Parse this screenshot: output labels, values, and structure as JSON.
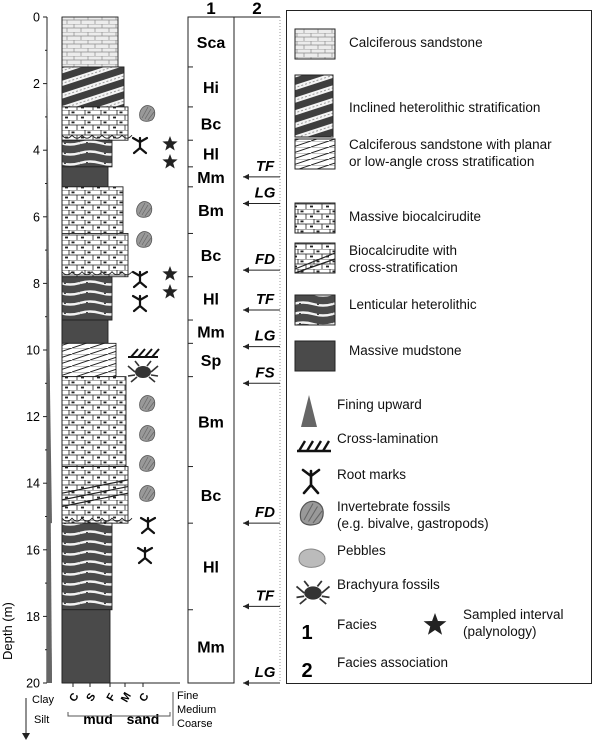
{
  "axis": {
    "ylabel": "Depth (m)",
    "ticks": [
      "0",
      "2",
      "4",
      "6",
      "8",
      "10",
      "12",
      "14",
      "16",
      "18",
      "20"
    ]
  },
  "column_headers": {
    "facies_col": "1",
    "association_col": "2"
  },
  "facies": [
    {
      "code": "Sca",
      "top": 0,
      "bottom": 1.5
    },
    {
      "code": "Hi",
      "top": 1.5,
      "bottom": 2.7
    },
    {
      "code": "Bc",
      "top": 2.7,
      "bottom": 3.7
    },
    {
      "code": "Hl",
      "top": 3.7,
      "bottom": 4.5
    },
    {
      "code": "Mm",
      "top": 4.5,
      "bottom": 5.1
    },
    {
      "code": "Bm",
      "top": 5.1,
      "bottom": 6.5
    },
    {
      "code": "Bc",
      "top": 6.5,
      "bottom": 7.8
    },
    {
      "code": "Hl",
      "top": 7.8,
      "bottom": 9.1
    },
    {
      "code": "Mm",
      "top": 9.1,
      "bottom": 9.8
    },
    {
      "code": "Sp",
      "top": 9.8,
      "bottom": 10.8
    },
    {
      "code": "Bm",
      "top": 10.8,
      "bottom": 13.5
    },
    {
      "code": "Bc",
      "top": 13.5,
      "bottom": 15.2
    },
    {
      "code": "Hl",
      "top": 15.2,
      "bottom": 17.8
    },
    {
      "code": "Mm",
      "top": 17.8,
      "bottom": 20.0
    }
  ],
  "associations": [
    {
      "code": "TF",
      "depth": 4.8
    },
    {
      "code": "LG",
      "depth": 5.6
    },
    {
      "code": "FD",
      "depth": 7.6
    },
    {
      "code": "TF",
      "depth": 8.8
    },
    {
      "code": "LG",
      "depth": 9.9
    },
    {
      "code": "FS",
      "depth": 11.0
    },
    {
      "code": "FD",
      "depth": 15.2
    },
    {
      "code": "TF",
      "depth": 17.7
    },
    {
      "code": "LG",
      "depth": 20.0
    }
  ],
  "grain_scale": {
    "ticks": [
      "C",
      "S",
      "F",
      "M",
      "C"
    ],
    "groups": [
      "mud",
      "sand"
    ],
    "key_left": [
      "Clay",
      "Silt"
    ],
    "key_right": [
      "Fine",
      "Medium",
      "Coarse"
    ]
  },
  "legend": [
    {
      "symbol": "calciferous-sandstone",
      "label": "Calciferous sandstone"
    },
    {
      "symbol": "inclined-heterolithic",
      "label": "Inclined heterolithic stratification"
    },
    {
      "symbol": "calciferous-cross",
      "label": "Calciferous sandstone with planar\nor low-angle cross stratification"
    },
    {
      "symbol": "massive-biocalcirudite",
      "label": "Massive biocalcirudite"
    },
    {
      "symbol": "biocalcirudite-cross",
      "label": "Biocalcirudite with\ncross-stratification"
    },
    {
      "symbol": "lenticular-heterolithic",
      "label": "Lenticular heterolithic"
    },
    {
      "symbol": "massive-mudstone",
      "label": "Massive mudstone"
    },
    {
      "symbol": "fining-upward",
      "label": "Fining upward"
    },
    {
      "symbol": "cross-lamination",
      "label": "Cross-lamination"
    },
    {
      "symbol": "root-marks",
      "label": "Root marks"
    },
    {
      "symbol": "invertebrate-fossil",
      "label": "Invertebrate fossils\n(e.g. bivalve, gastropods)"
    },
    {
      "symbol": "pebbles",
      "label": "Pebbles"
    },
    {
      "symbol": "brachyura",
      "label": "Brachyura fossils"
    },
    {
      "symbol": "facies-number",
      "label": "Facies",
      "number": "1"
    },
    {
      "symbol": "sampled-star",
      "label": "Sampled interval\n(palynology)"
    },
    {
      "symbol": "association-number",
      "label": "Facies association",
      "number": "2"
    }
  ],
  "colors": {
    "mud": "#4a4a4a",
    "light": "#f4f4f4",
    "stroke": "#222222",
    "shell": "#9a9a9a"
  }
}
